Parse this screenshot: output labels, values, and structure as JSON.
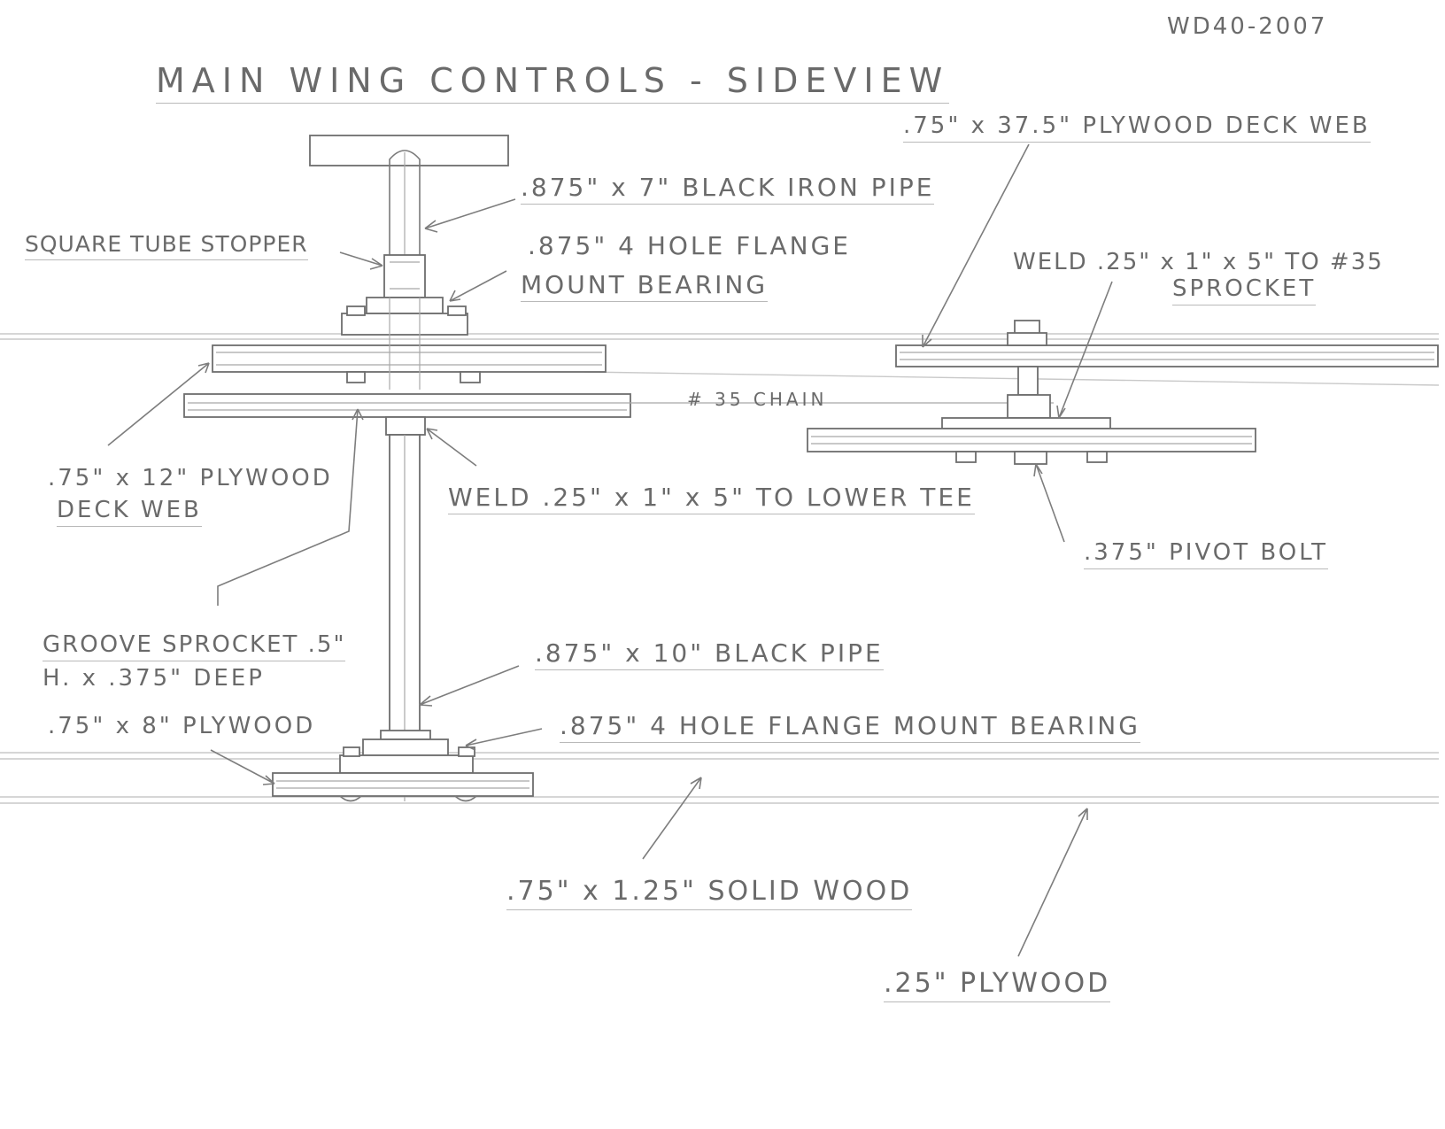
{
  "drawing": {
    "id": "WD40-2007",
    "title": "MAIN WING CONTROLS - SIDEVIEW"
  },
  "callouts": {
    "iron_pipe": ".875\" x 7\" BLACK IRON PIPE",
    "square_tube_stopper": "SQUARE TUBE STOPPER",
    "upper_bearing_1": ".875\" 4 HOLE FLANGE",
    "upper_bearing_2": "MOUNT BEARING",
    "deck_web_right": ".75\" x 37.5\" PLYWOOD DECK WEB",
    "weld_sprocket_1": "WELD .25\" x 1\" x 5\" TO #35",
    "weld_sprocket_2": "SPROCKET",
    "chain": "# 35 CHAIN",
    "deck_web_left_1": ".75\" x 12\" PLYWOOD",
    "deck_web_left_2": "DECK WEB",
    "weld_lower_tee": "WELD .25\" x 1\" x 5\" TO LOWER TEE",
    "pivot_bolt": ".375\" PIVOT BOLT",
    "groove_sprocket_1": "GROOVE SPROCKET .5\"",
    "groove_sprocket_2": "H. x .375\" DEEP",
    "black_pipe": ".875\" x 10\" BLACK PIPE",
    "plywood_8": ".75\" x 8\" PLYWOOD",
    "lower_bearing": ".875\" 4 HOLE FLANGE MOUNT BEARING",
    "solid_wood": ".75\" x 1.25\" SOLID WOOD",
    "plywood_quarter": ".25\" PLYWOOD"
  },
  "colors": {
    "pencil": "#6a6a6a",
    "paper": "#ffffff"
  }
}
